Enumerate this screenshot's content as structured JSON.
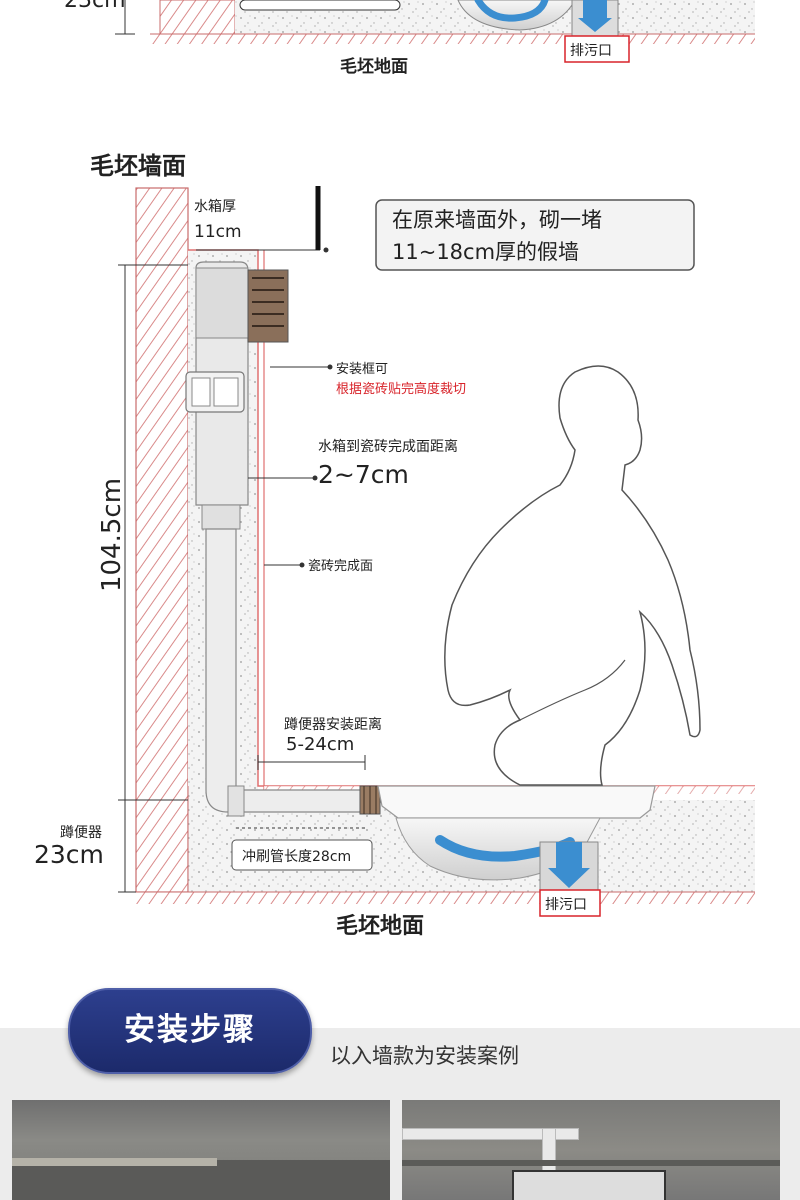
{
  "top_fragment": {
    "dimension_label": "23cm",
    "drain_label": "排污口",
    "floor_label": "毛坯地面"
  },
  "diagram": {
    "wall_title": "毛坯墙面",
    "tank_thickness_label": "水箱厚",
    "tank_thickness_value": "11cm",
    "callout_line1": "在原来墙面外，砌一堵",
    "callout_line2": "11~18cm厚的假墙",
    "frame_note_line1": "安装框可",
    "frame_note_line2": "根据瓷砖贴完高度裁切",
    "tank_distance_label": "水箱到瓷砖完成面距离",
    "tank_distance_value": "2~7cm",
    "tile_surface_label": "瓷砖完成面",
    "total_height_value": "104.5cm",
    "squat_distance_label": "蹲便器安装距离",
    "squat_distance_value": "5-24cm",
    "squat_height_label": "蹲便器",
    "squat_height_value": "23cm",
    "pipe_length_label": "冲刷管长度28cm",
    "drain_label": "排污口",
    "floor_label": "毛坯地面"
  },
  "steps_section": {
    "title": "安装步骤",
    "subtitle": "以入墙款为安装案例"
  },
  "colors": {
    "wall_hatch": "#d98a8a",
    "tile_line": "#e07070",
    "red_note": "#d8232a",
    "water_blue": "#3b8ed0",
    "badge_navy": "#23337a"
  }
}
